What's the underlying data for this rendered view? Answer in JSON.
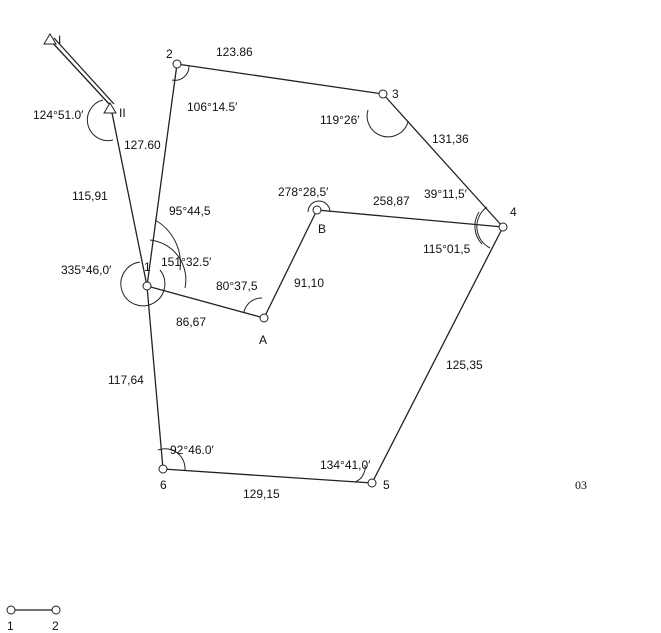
{
  "points": {
    "I": "I",
    "II": "II",
    "p1": "1",
    "p2": "2",
    "p3": "3",
    "p4": "4",
    "p5": "5",
    "p6": "6",
    "A": "A",
    "B": "B"
  },
  "distances": {
    "I_II_side": "124°51.0′",
    "II_1": "127.60",
    "left_1": "115,91",
    "d2_3": "123.86",
    "d3_4": "131,36",
    "dB_4": "258,87",
    "dB_A": "91,10",
    "d1_A": "86,67",
    "d1_6": "117,64",
    "d6_5": "129,15",
    "d5_4": "125,35"
  },
  "angles": {
    "a2": "106°14.5′",
    "a3": "119°26′",
    "a4_top": "39°11,5′",
    "a4_bot": "115°01,5",
    "aB": "278°28,5′",
    "a1_top": "95°44,5",
    "a1_mid": "151°32.5′",
    "a1_left": "335°46,0′",
    "aA": "80°37,5",
    "a6": "92°46.0′",
    "a5": "134°41,0′"
  },
  "corner_label": "03",
  "legend": {
    "left": "1",
    "right": "2"
  }
}
